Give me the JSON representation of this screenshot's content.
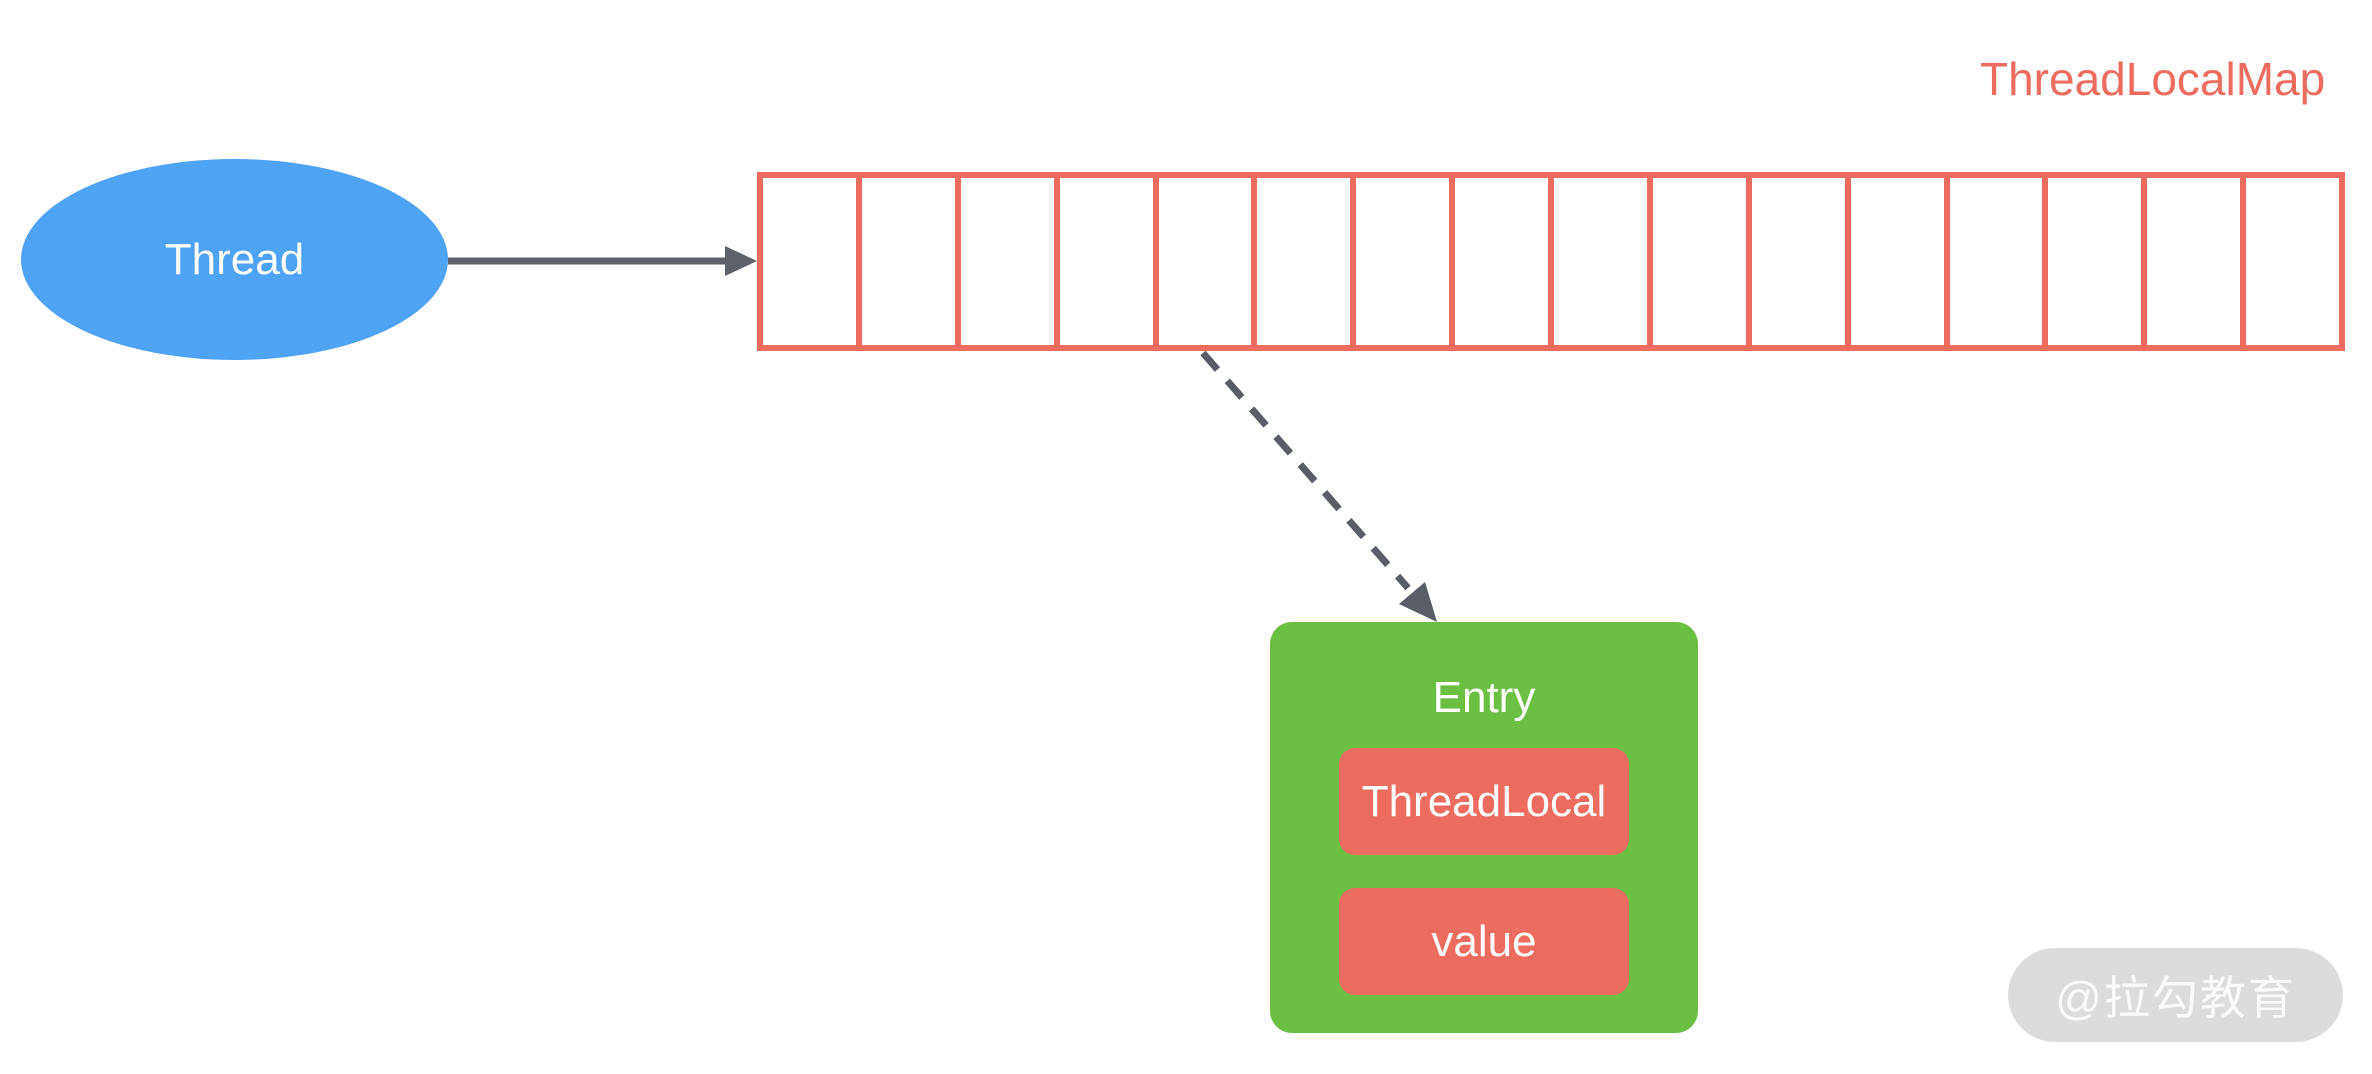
{
  "colors": {
    "blue": "#4FA3F4",
    "salmon": "#ED6C60",
    "green": "#6BBF43",
    "arrow": "#5D626B",
    "dashed_arrow": "#585D66",
    "watermark_bg": "#DCDCDC",
    "watermark_text": "#FAFAFA"
  },
  "labels": {
    "map_title": "ThreadLocalMap"
  },
  "nodes": {
    "thread": {
      "label": "Thread"
    },
    "array": {
      "cell_count": 16
    },
    "entry": {
      "label": "Entry",
      "fields": [
        {
          "label": "ThreadLocal"
        },
        {
          "label": "value"
        }
      ]
    }
  },
  "watermark": {
    "text": "@拉勾教育"
  }
}
